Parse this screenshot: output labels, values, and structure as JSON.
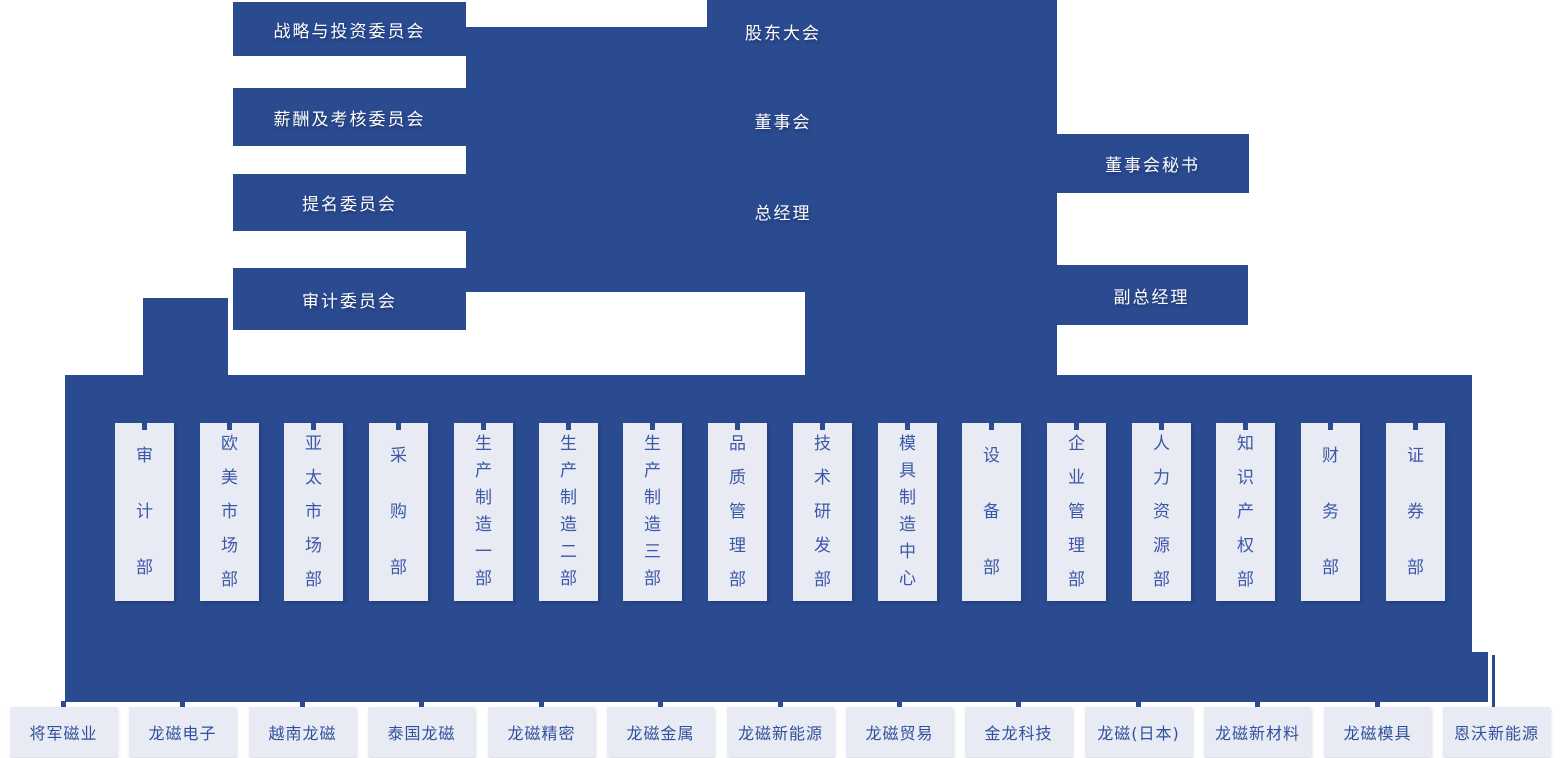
{
  "org_chart": {
    "governance": {
      "shareholders_meeting": "股东大会",
      "board_of_directors": "董事会",
      "general_manager": "总经理"
    },
    "committees": [
      "战略与投资委员会",
      "薪酬及考核委员会",
      "提名委员会",
      "审计委员会"
    ],
    "right_offices": [
      "董事会秘书",
      "副总经理"
    ],
    "departments": [
      "审计部",
      "欧美市场部",
      "亚太市场部",
      "采购部",
      "生产制造一部",
      "生产制造二部",
      "生产制造三部",
      "品质管理部",
      "技术研发部",
      "模具制造中心",
      "设备部",
      "企业管理部",
      "人力资源部",
      "知识产权部",
      "财务部",
      "证券部"
    ],
    "subsidiaries": [
      "将军磁业",
      "龙磁电子",
      "越南龙磁",
      "泰国龙磁",
      "龙磁精密",
      "龙磁金属",
      "龙磁新能源",
      "龙磁贸易",
      "金龙科技",
      "龙磁(日本)",
      "龙磁新材料",
      "龙磁模具",
      "恩沃新能源"
    ],
    "colors": {
      "primary_blue": "#2B4B91",
      "node_fill": "#E9EBF4",
      "department_text": "#3B58A6",
      "subsidiary_text": "#2F519C",
      "inverted_text": "#FFFFFF"
    }
  }
}
